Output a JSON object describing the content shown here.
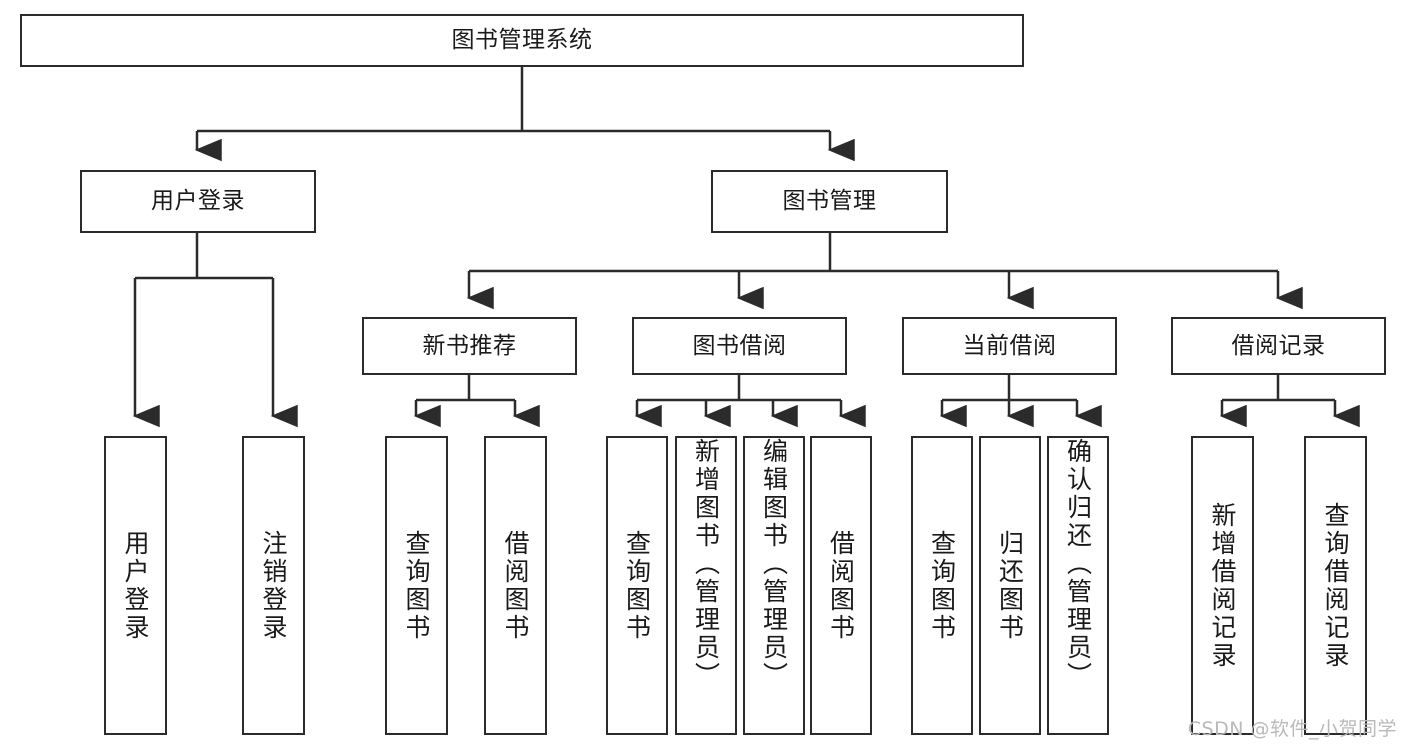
{
  "diagram": {
    "title": "图书管理系统",
    "type": "tree-hierarchy",
    "watermark": "CSDN @软件_小贺同学",
    "colors": {
      "box_border": "#2b2b2b",
      "box_fill": "#ffffff",
      "edge": "#2b2b2b",
      "text": "#1a1a1a",
      "watermark": "#b9b9b9",
      "background": "#ffffff"
    },
    "nodes": {
      "root": {
        "label": "图书管理系统"
      },
      "level2": [
        {
          "id": "user-login",
          "label": "用户登录"
        },
        {
          "id": "book-manage",
          "label": "图书管理"
        }
      ],
      "level3": [
        {
          "id": "new-book-recommend",
          "label": "新书推荐"
        },
        {
          "id": "book-borrow",
          "label": "图书借阅"
        },
        {
          "id": "current-borrow",
          "label": "当前借阅"
        },
        {
          "id": "borrow-record",
          "label": "借阅记录"
        }
      ],
      "leaves": {
        "user-login": [
          {
            "id": "leaf-user-login",
            "label": "用户登录"
          },
          {
            "id": "leaf-user-logout",
            "label": "注销登录"
          }
        ],
        "new-book-recommend": [
          {
            "id": "leaf-query-book-1",
            "label": "查询图书"
          },
          {
            "id": "leaf-borrow-book-1",
            "label": "借阅图书"
          }
        ],
        "book-borrow": [
          {
            "id": "leaf-query-book-2",
            "label": "查询图书"
          },
          {
            "id": "leaf-add-book",
            "label": "新增图书（管理员）"
          },
          {
            "id": "leaf-edit-book",
            "label": "编辑图书（管理员）"
          },
          {
            "id": "leaf-borrow-book-2",
            "label": "借阅图书"
          }
        ],
        "current-borrow": [
          {
            "id": "leaf-query-book-3",
            "label": "查询图书"
          },
          {
            "id": "leaf-return-book",
            "label": "归还图书"
          },
          {
            "id": "leaf-confirm-return",
            "label": "确认归还（管理员）"
          }
        ],
        "borrow-record": [
          {
            "id": "leaf-add-record",
            "label": "新增借阅记录"
          },
          {
            "id": "leaf-query-record",
            "label": "查询借阅记录"
          }
        ]
      }
    }
  }
}
